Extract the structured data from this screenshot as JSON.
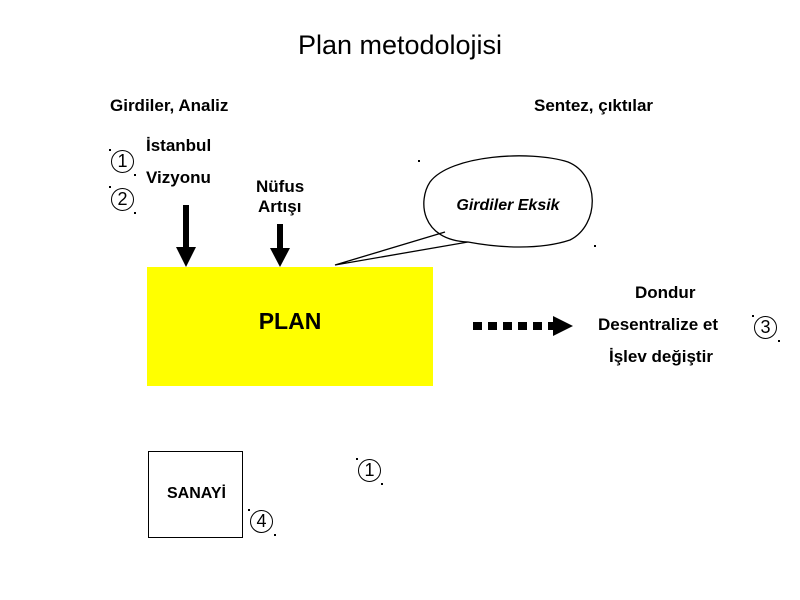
{
  "title": "Plan metodolojisi",
  "headers": {
    "inputs": "Girdiler,  Analiz",
    "outputs": "Sentez, çıktılar"
  },
  "inputs": {
    "istanbul": "İstanbul",
    "vizyonu": "Vizyonu",
    "nufus_line1": "Nüfus",
    "nufus_line2": "Artışı"
  },
  "plan_label": "PLAN",
  "callout": "Girdiler Eksik",
  "outputs": [
    "Dondur",
    "Desentralize et",
    "İşlev değiştir"
  ],
  "sanayi_label": "SANAYİ",
  "badges": {
    "b1": "1",
    "b2": "2",
    "b3": "3",
    "b1b": "1",
    "b4": "4"
  },
  "colors": {
    "plan_fill": "#ffff00",
    "line": "#000000"
  }
}
